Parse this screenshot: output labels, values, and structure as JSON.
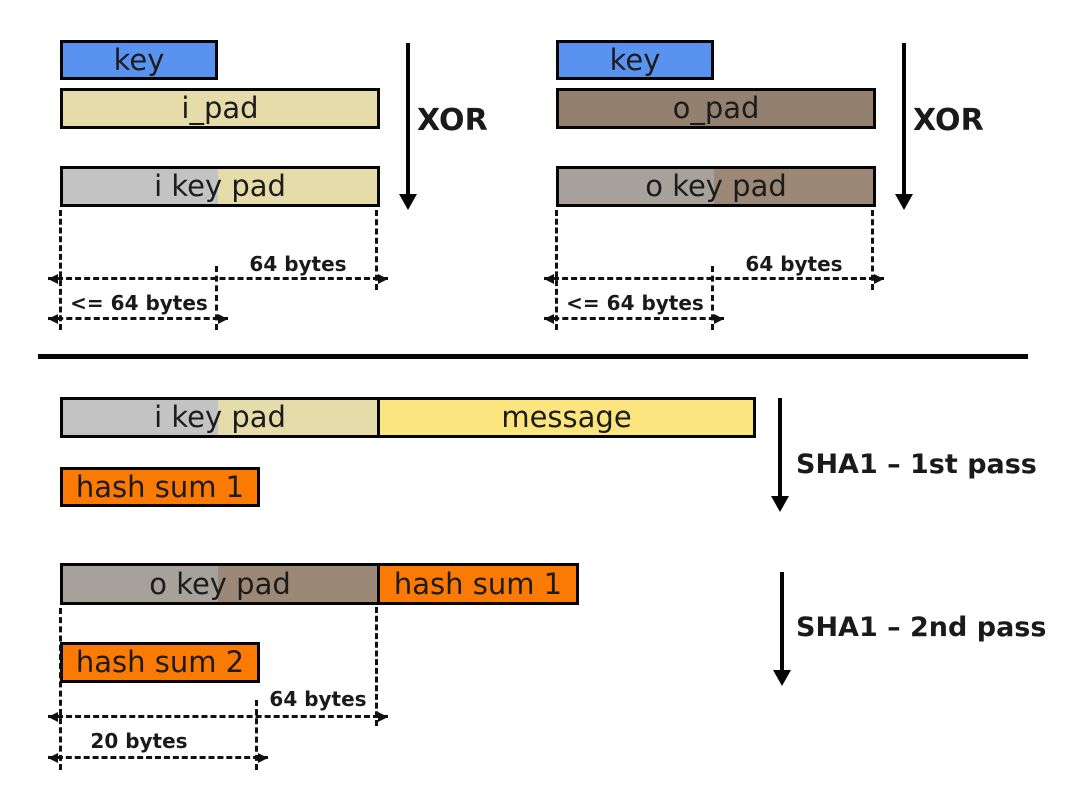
{
  "colors": {
    "blue": "#5a93ef",
    "tan": "#e5dcaa",
    "gray_light": "#c3c3c3",
    "gray_mid": "#a6a29b",
    "brown": "#94806f",
    "brown_light": "#9c8876",
    "yellow": "#fce57e",
    "orange": "#fb7a04"
  },
  "top_left": {
    "key": "key",
    "pad": "i_pad",
    "combined": "i key pad",
    "xor": "XOR",
    "dim_full": "64 bytes",
    "dim_key": "<= 64 bytes"
  },
  "top_right": {
    "key": "key",
    "pad": "o_pad",
    "combined": "o key pad",
    "xor": "XOR",
    "dim_full": "64 bytes",
    "dim_key": "<= 64 bytes"
  },
  "middle": {
    "combined": "i key pad",
    "message": "message",
    "hash": "hash sum 1",
    "pass_label": "SHA1 – 1st pass"
  },
  "bottom": {
    "combined": "o key pad",
    "hash_prev": "hash sum 1",
    "hash": "hash sum 2",
    "pass_label": "SHA1 – 2nd pass",
    "dim_full": "64 bytes",
    "dim_hash": "20 bytes"
  }
}
